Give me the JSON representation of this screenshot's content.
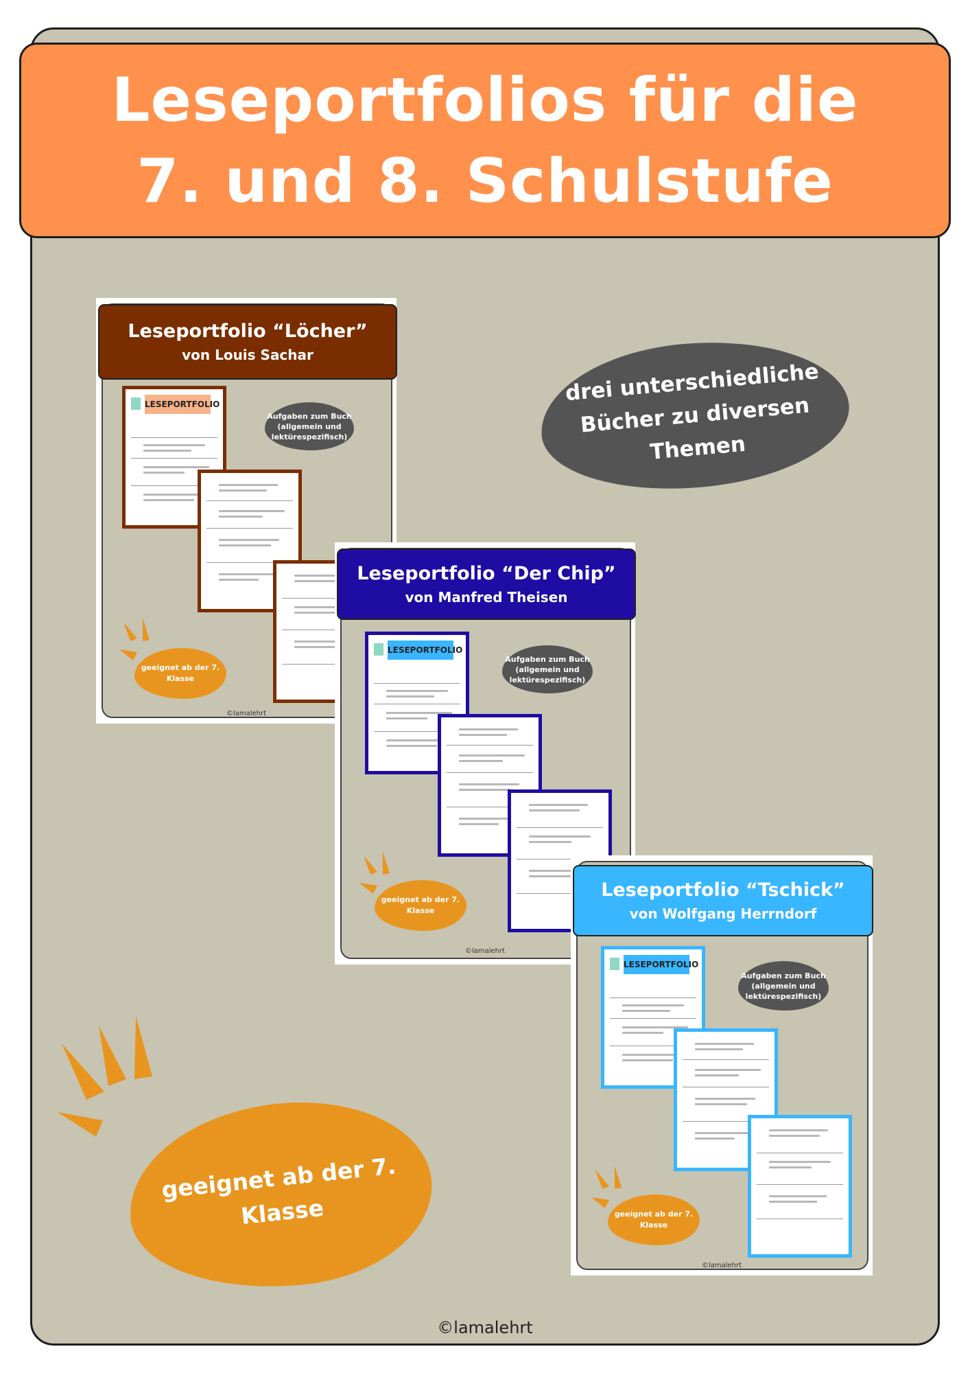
{
  "title": {
    "line1": "Leseportfolios für die",
    "line2": "7. und 8. Schulstufe"
  },
  "books_note": {
    "line1": "drei  unterschiedliche",
    "line2": "Bücher zu diversen",
    "line3": "Themen"
  },
  "age_note": {
    "line1": "geeignet ab der 7.",
    "line2": "Klasse"
  },
  "copyright": "©lamalehrt",
  "colors": {
    "banner": "#ff914d",
    "board": "#c8c4b2",
    "dark_blob": "#545454",
    "orange_blob": "#e8951f"
  },
  "previews": [
    {
      "title": "Leseportfolio “Löcher”",
      "author": "von Louis Sachar",
      "banner_color": "#7a2e00",
      "sheet_color": "#7a2e00",
      "header_color": "#f8b38a",
      "sheet_heading": "LESEPORTFOLIO",
      "tasks_note": {
        "line1": "Aufgaben zum Buch",
        "line2": "(allgemein und",
        "line3": "lektürespezifisch)"
      },
      "age_note": {
        "line1": "geeignet ab der 7.",
        "line2": "Klasse"
      },
      "copyright": "©lamalehrt"
    },
    {
      "title": "Leseportfolio “Der Chip”",
      "author": "von Manfred Theisen",
      "banner_color": "#1e0ca3",
      "sheet_color": "#1e0ca3",
      "header_color": "#38b6ff",
      "sheet_heading": "LESEPORTFOLIO",
      "tasks_note": {
        "line1": "Aufgaben zum Buch",
        "line2": "(allgemein und",
        "line3": "lektürespezifisch)"
      },
      "age_note": {
        "line1": "geeignet ab der 7.",
        "line2": "Klasse"
      },
      "copyright": "©lamalehrt"
    },
    {
      "title": "Leseportfolio “Tschick”",
      "author": "von Wolfgang Herrndorf",
      "banner_color": "#38b6ff",
      "sheet_color": "#38b6ff",
      "header_color": "#38b6ff",
      "sheet_heading": "LESEPORTFOLIO",
      "tasks_note": {
        "line1": "Aufgaben zum Buch",
        "line2": "(allgemein und",
        "line3": "lektürespezifisch)"
      },
      "age_note": {
        "line1": "geeignet ab der 7.",
        "line2": "Klasse"
      },
      "copyright": "©lamalehrt"
    }
  ]
}
